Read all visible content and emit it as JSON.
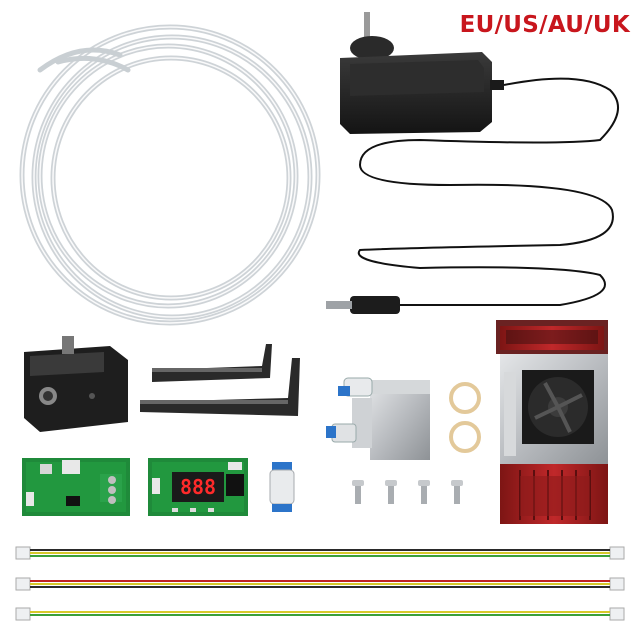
{
  "region_label": {
    "text": "EU/US/AU/UK",
    "color": "#c8161d"
  },
  "board_display": {
    "digits": "888",
    "color": "#ff2a2a"
  },
  "items": [
    {
      "name": "air-tube-coil"
    },
    {
      "name": "power-adapter"
    },
    {
      "name": "laser-module"
    },
    {
      "name": "mounting-bracket"
    },
    {
      "name": "allen-keys"
    },
    {
      "name": "air-assist-nozzle"
    },
    {
      "name": "o-rings"
    },
    {
      "name": "driver-board"
    },
    {
      "name": "display-control-board"
    },
    {
      "name": "pneumatic-connector"
    },
    {
      "name": "screws"
    },
    {
      "name": "connection-cables"
    }
  ],
  "colors": {
    "module_red": "#b3201f",
    "pcb_green": "#1f8a3a",
    "adapter_black": "#1c1c1c",
    "metal": "#b9bcc0"
  }
}
